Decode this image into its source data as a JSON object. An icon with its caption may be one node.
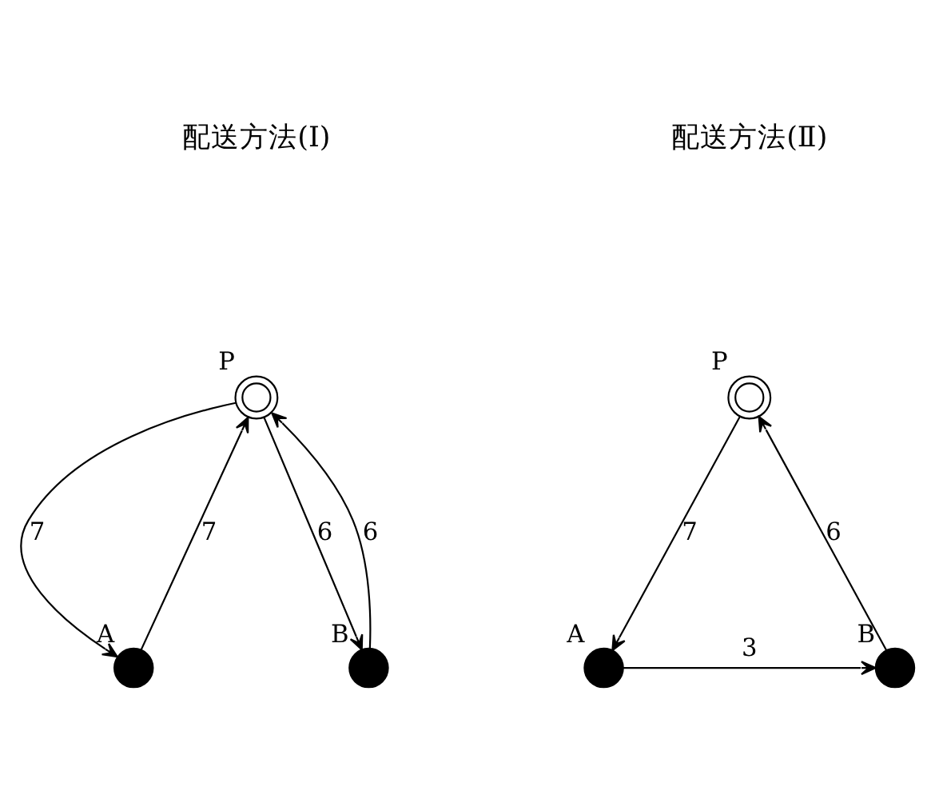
{
  "diagram": {
    "nodes": [
      {
        "text": [],
        "shape": "circle",
        "beside": [
          "P"
        ]
      },
      {
        "text": [],
        "shape": "circle",
        "beside": [
          "A"
        ]
      },
      {
        "text": [],
        "shape": "circle",
        "beside": [
          "B"
        ]
      },
      {
        "text": [],
        "shape": "circle",
        "beside": [
          "P"
        ]
      },
      {
        "text": [],
        "shape": "circle",
        "beside": [
          "A"
        ]
      },
      {
        "text": [],
        "shape": "circle",
        "beside": [
          "B"
        ]
      }
    ],
    "edges": [
      {
        "from": 0,
        "to": 1,
        "arrow": "to",
        "label": "7"
      },
      {
        "from": 1,
        "to": 0,
        "arrow": "to",
        "label": "7"
      },
      {
        "from": 0,
        "to": 2,
        "arrow": "to",
        "label": "6"
      },
      {
        "from": 2,
        "to": 0,
        "arrow": "to",
        "label": "6"
      },
      {
        "from": 3,
        "to": 4,
        "arrow": "to",
        "label": "7"
      },
      {
        "from": 4,
        "to": 5,
        "arrow": "to",
        "label": "3"
      },
      {
        "from": 5,
        "to": 3,
        "arrow": "to",
        "label": "6"
      }
    ],
    "labels": [
      "配送方法(Ⅰ)",
      "配送方法(Ⅱ)"
    ]
  }
}
